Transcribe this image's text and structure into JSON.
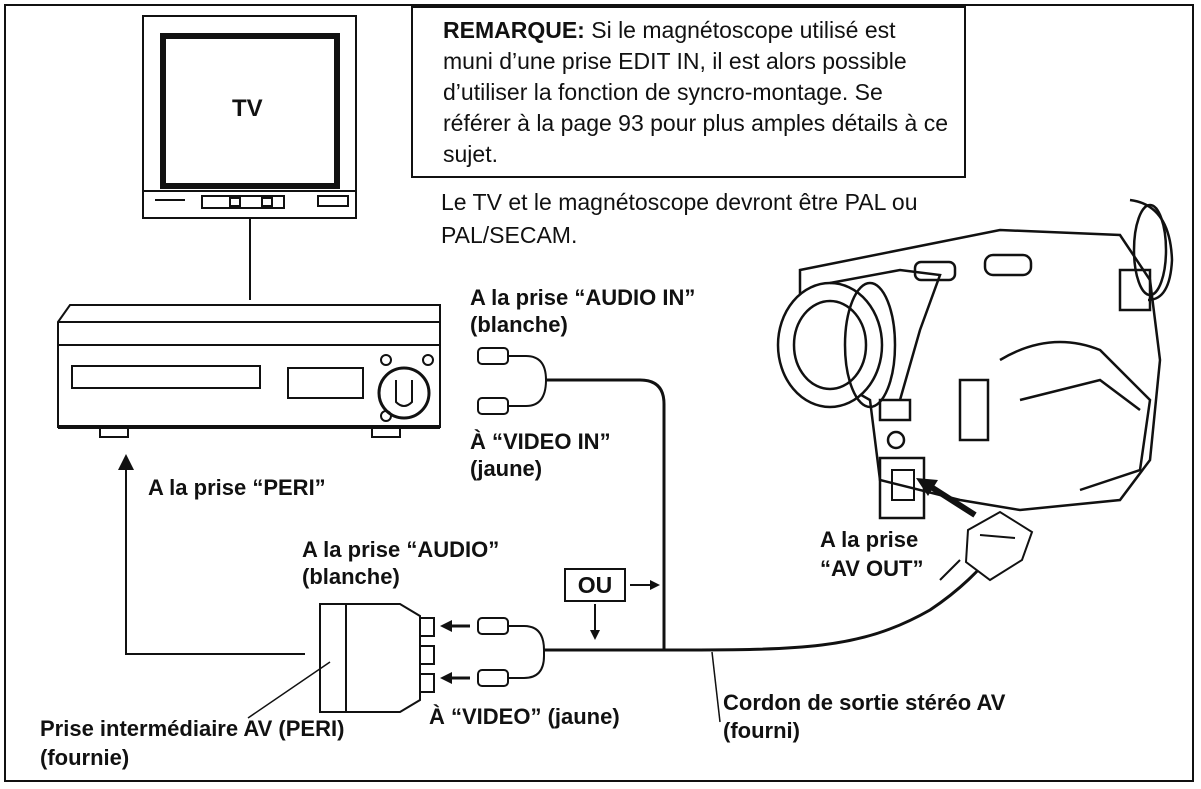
{
  "note": {
    "heading": "REMARQUE:",
    "text": " Si le magnétoscope utilisé est muni d’une prise EDIT IN, il est alors possible d’utiliser la fonction de syncro-montage. Se référer à la page 93 pour plus amples détails à ce sujet."
  },
  "info": "Le TV et le magnétoscope devront être PAL ou PAL/SECAM.",
  "tv_label": "TV",
  "labels": {
    "audio_in": "A la prise “AUDIO IN”",
    "audio_in_color": "(blanche)",
    "video_in": "À “VIDEO IN”",
    "video_in_color": "(jaune)",
    "peri": "A la prise “PERI”",
    "audio": "A la prise “AUDIO”",
    "audio_color": "(blanche)",
    "ou": "OU",
    "av_out_1": "A la prise",
    "av_out_2": "“AV OUT”",
    "adapter_1": "Prise intermédiaire AV (PERI)",
    "adapter_2": "(fournie)",
    "video": "À “VIDEO” (jaune)",
    "cord_1": "Cordon de sortie stéréo AV",
    "cord_2": "(fourni)"
  }
}
